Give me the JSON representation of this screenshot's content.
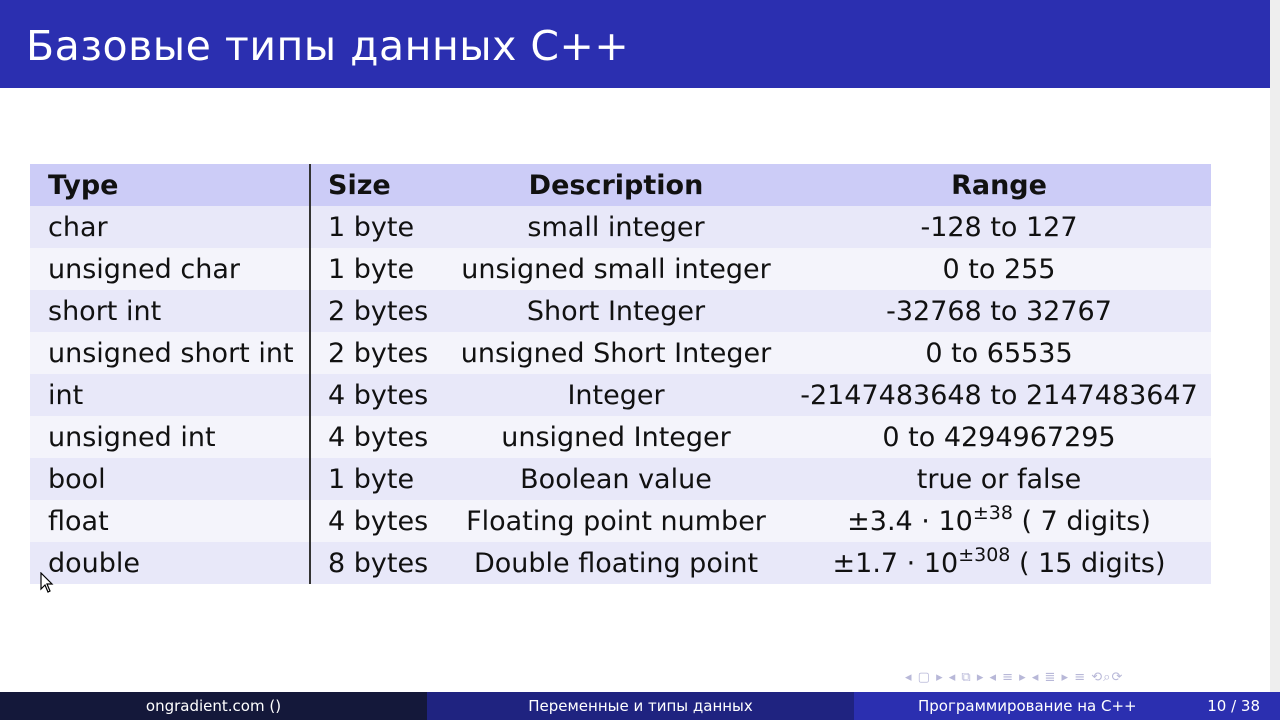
{
  "slide": {
    "title": "Базовые типы данных C++"
  },
  "table": {
    "headers": [
      "Type",
      "Size",
      "Description",
      "Range"
    ],
    "rows": [
      {
        "type": "char",
        "size": "1 byte",
        "description": "small integer",
        "range": "-128 to 127"
      },
      {
        "type": "unsigned char",
        "size": "1 byte",
        "description": "unsigned small integer",
        "range": "0 to 255"
      },
      {
        "type": "short int",
        "size": "2 bytes",
        "description": "Short Integer",
        "range": "-32768 to 32767"
      },
      {
        "type": "unsigned short int",
        "size": "2 bytes",
        "description": "unsigned Short Integer",
        "range": "0 to 65535"
      },
      {
        "type": "int",
        "size": "4 bytes",
        "description": "Integer",
        "range": "-2147483648 to 2147483647"
      },
      {
        "type": "unsigned int",
        "size": "4 bytes",
        "description": "unsigned Integer",
        "range": "0 to 4294967295"
      },
      {
        "type": "bool",
        "size": "1 byte",
        "description": "Boolean value",
        "range": "true or false"
      },
      {
        "type": "float",
        "size": "4 bytes",
        "description": "Floating point number",
        "range_base": "±3.4 · 10",
        "range_exp": "±38",
        "range_suffix": " ( 7 digits)"
      },
      {
        "type": "double",
        "size": "8 bytes",
        "description": "Double floating point",
        "range_base": "±1.7 · 10",
        "range_exp": "±308",
        "range_suffix": " ( 15 digits)"
      }
    ]
  },
  "footer": {
    "author": "ongradient.com  ()",
    "section": "Переменные и типы данных",
    "course": "Программирование на C++",
    "page": "10 / 38"
  },
  "colors": {
    "header_bg": "#2b2fb0",
    "table_header_bg": "#ccccf7",
    "row_odd_bg": "#e8e8f9",
    "row_even_bg": "#f4f4fb",
    "footer_dark": "#14183a",
    "footer_mid": "#1f2380",
    "footer_light": "#2b2fb0"
  },
  "icons": {
    "nav": "beamer-navigation-icons",
    "cursor": "mouse-pointer-icon"
  }
}
